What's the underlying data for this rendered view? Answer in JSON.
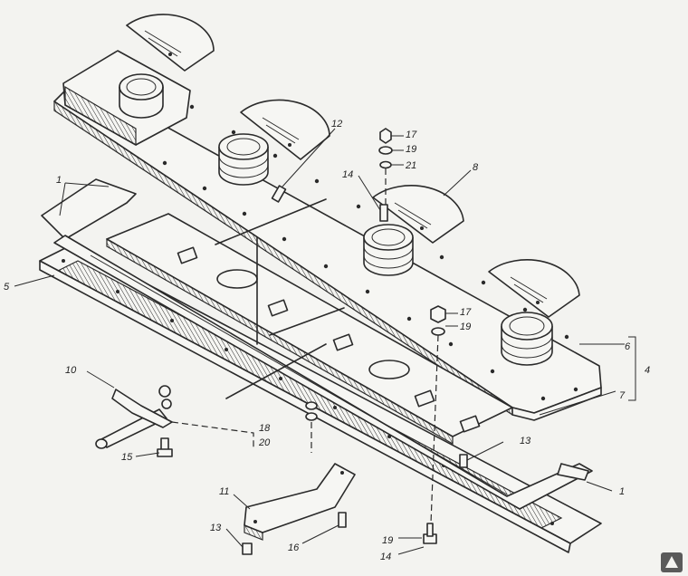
{
  "callouts": [
    {
      "id": "c1a",
      "text": "1"
    },
    {
      "id": "c1b",
      "text": "1"
    },
    {
      "id": "c4",
      "text": "4"
    },
    {
      "id": "c5",
      "text": "5"
    },
    {
      "id": "c6",
      "text": "6"
    },
    {
      "id": "c7",
      "text": "7"
    },
    {
      "id": "c8",
      "text": "8"
    },
    {
      "id": "c10",
      "text": "10"
    },
    {
      "id": "c11",
      "text": "11"
    },
    {
      "id": "c12",
      "text": "12"
    },
    {
      "id": "c13a",
      "text": "13"
    },
    {
      "id": "c13b",
      "text": "13"
    },
    {
      "id": "c14a",
      "text": "14"
    },
    {
      "id": "c14b",
      "text": "14"
    },
    {
      "id": "c15",
      "text": "15"
    },
    {
      "id": "c16",
      "text": "16"
    },
    {
      "id": "c17a",
      "text": "17"
    },
    {
      "id": "c17b",
      "text": "17"
    },
    {
      "id": "c18",
      "text": "18"
    },
    {
      "id": "c19a",
      "text": "19"
    },
    {
      "id": "c19b",
      "text": "19"
    },
    {
      "id": "c19c",
      "text": "19"
    },
    {
      "id": "c20",
      "text": "20"
    },
    {
      "id": "c21",
      "text": "21"
    }
  ],
  "colors": {
    "line": "#2a2a2a",
    "paper": "#f3f3f0"
  },
  "logo_icon": "triangle-logo-icon"
}
